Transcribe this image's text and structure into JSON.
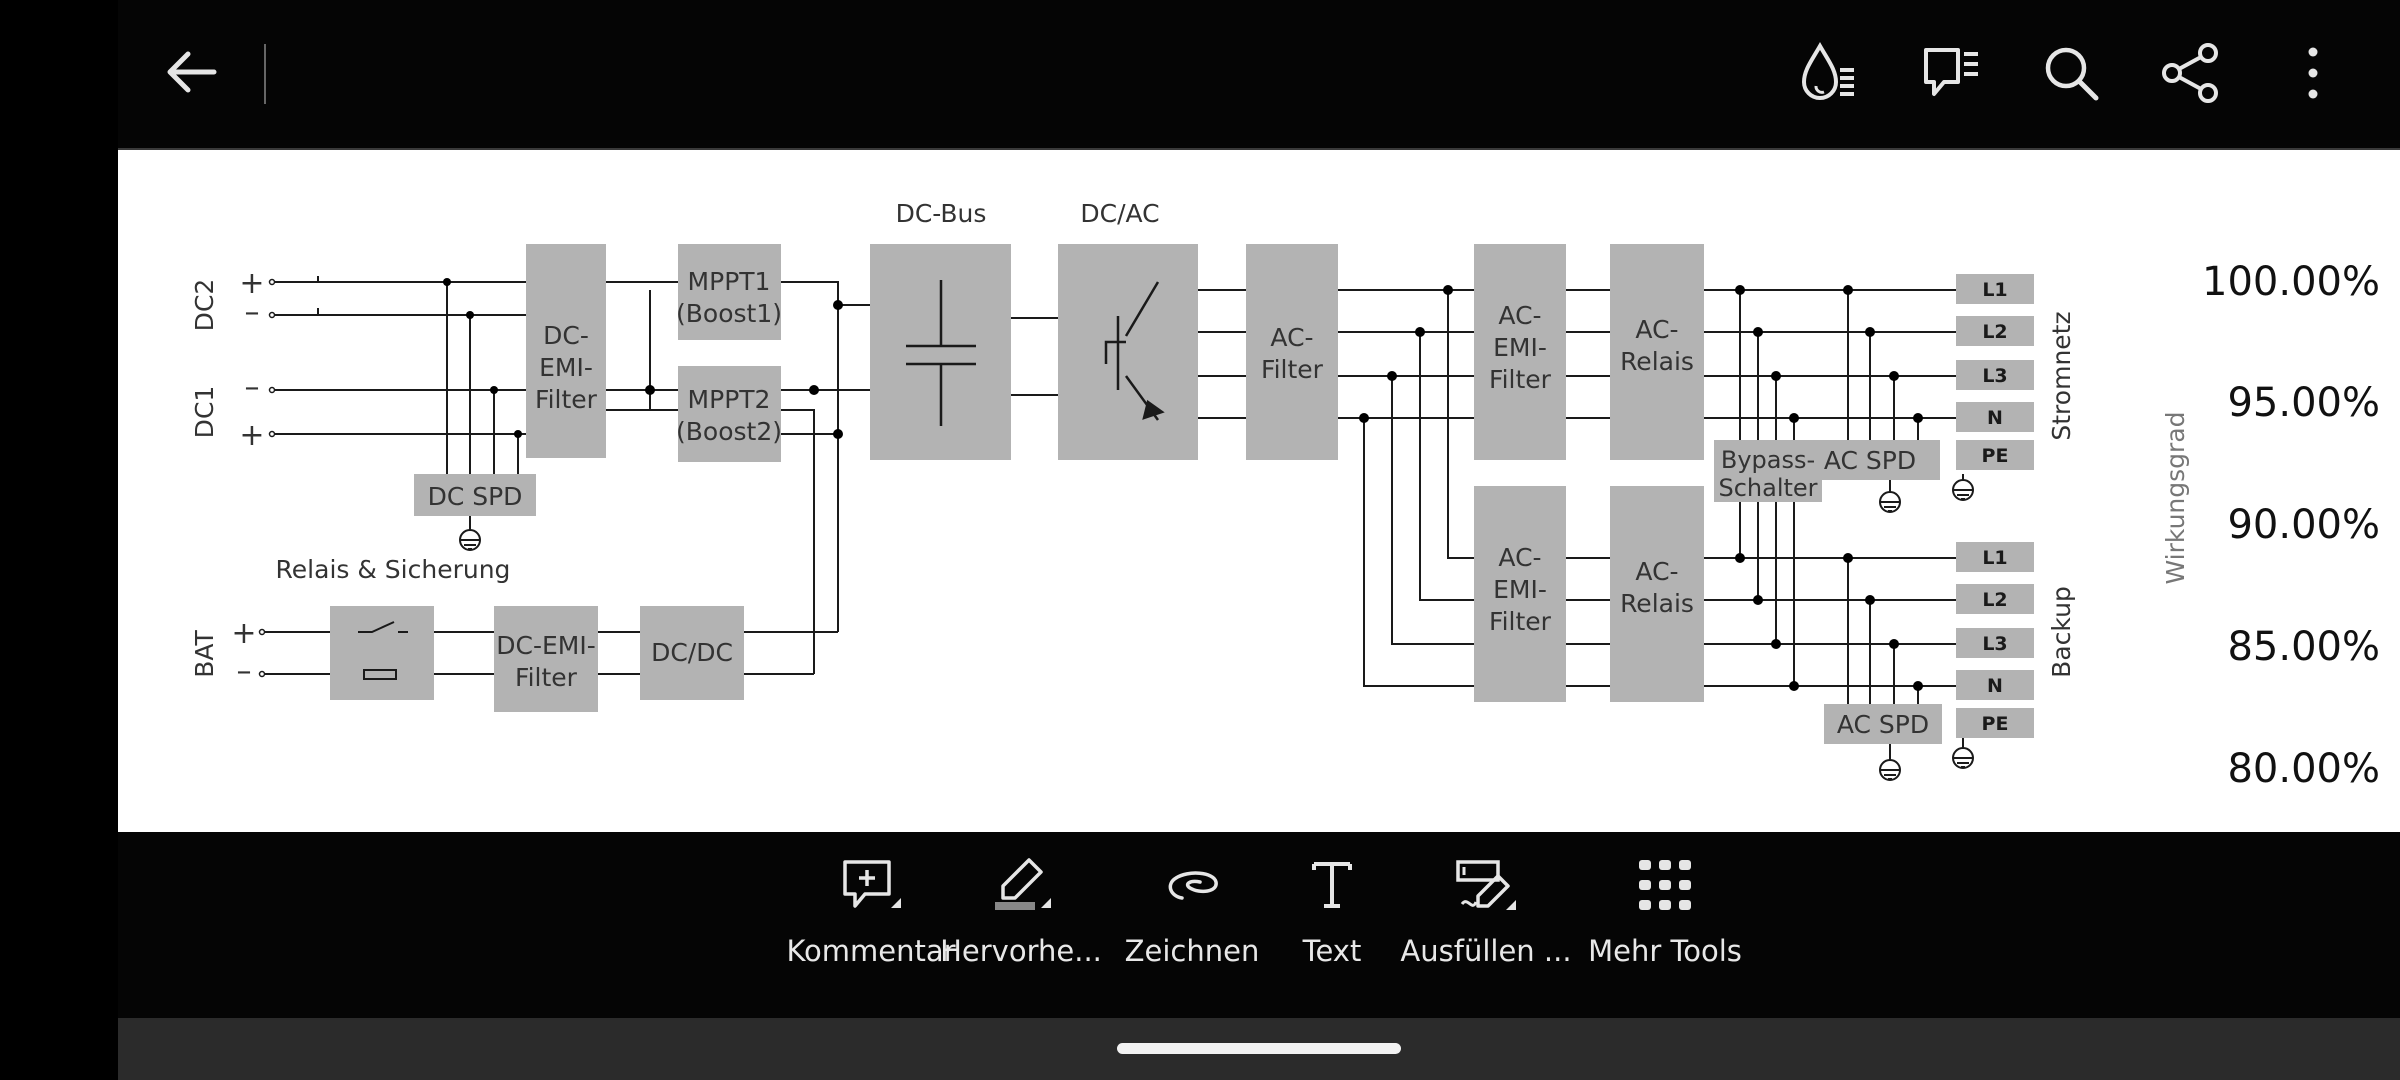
{
  "toolbar_top": {
    "icons": [
      "back-arrow-icon",
      "read-aloud-icon",
      "comments-list-icon",
      "search-icon",
      "share-icon",
      "more-options-icon"
    ]
  },
  "diagram": {
    "labels": {
      "dc2": "DC2",
      "dc1": "DC1",
      "bat": "BAT",
      "plus": "+",
      "minus": "–",
      "dc_emi_1": "DC-",
      "dc_emi_2": "EMI-",
      "dc_emi_3": "Filter",
      "mppt1_a": "MPPT1",
      "mppt1_b": "(Boost1)",
      "mppt2_a": "MPPT2",
      "mppt2_b": "(Boost2)",
      "dc_bus": "DC-Bus",
      "dc_ac": "DC/AC",
      "ac_filter_1": "AC-",
      "ac_filter_2": "Filter",
      "ac_emi_1": "AC-",
      "ac_emi_2": "EMI-",
      "ac_emi_3": "Filter",
      "ac_relais_1": "AC-",
      "ac_relais_2": "Relais",
      "dc_spd": "DC SPD",
      "relais_sicherung": "Relais & Sicherung",
      "dc_emi_bat_1": "DC-EMI-",
      "dc_emi_bat_2": "Filter",
      "dc_dc": "DC/DC",
      "bypass_1": "Bypass-",
      "bypass_2": "Schalter",
      "ac_spd": "AC SPD",
      "l1": "L1",
      "l2": "L2",
      "l3": "L3",
      "n": "N",
      "pe": "PE",
      "stromnetz": "Stromnetz",
      "backup": "Backup"
    },
    "axis_title": "Wirkungsgrad",
    "axis_ticks": [
      "100.00%",
      "95.00%",
      "90.00%",
      "85.00%",
      "80.00%"
    ]
  },
  "tools": [
    {
      "label": "Kommentar",
      "icon": "add-comment-icon"
    },
    {
      "label": "Hervorhe...",
      "icon": "highlighter-icon"
    },
    {
      "label": "Zeichnen",
      "icon": "draw-icon"
    },
    {
      "label": "Text",
      "icon": "text-icon"
    },
    {
      "label": "Ausfüllen ...",
      "icon": "fill-sign-icon"
    },
    {
      "label": "Mehr Tools",
      "icon": "more-tools-grid-icon"
    }
  ]
}
